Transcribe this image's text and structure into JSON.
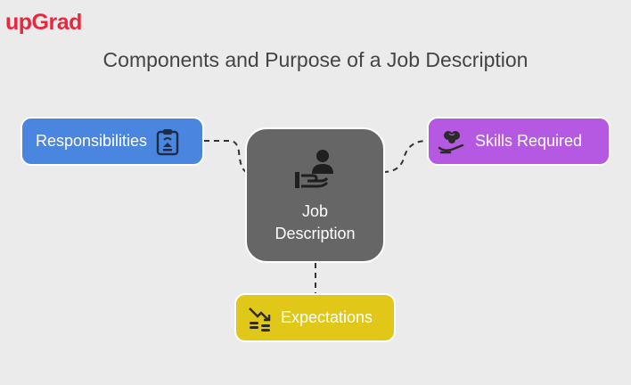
{
  "brand": {
    "logo_text": "upGrad",
    "logo_color": "#e8283c"
  },
  "diagram": {
    "title": "Components and Purpose of a Job Description",
    "center": {
      "label_line1": "Job",
      "label_line2": "Description",
      "icon": "hand-person-icon",
      "color": "#666666"
    },
    "nodes": [
      {
        "id": "responsibilities",
        "label": "Responsibilities",
        "icon": "clipboard-icon",
        "color": "#4a86e0"
      },
      {
        "id": "skills",
        "label": "Skills Required",
        "icon": "brain-hand-icon",
        "color": "#b559e3"
      },
      {
        "id": "expectations",
        "label": "Expectations",
        "icon": "chart-coins-icon",
        "color": "#e1c717"
      }
    ],
    "connector_style": "dashed",
    "background": "#ebebeb"
  }
}
